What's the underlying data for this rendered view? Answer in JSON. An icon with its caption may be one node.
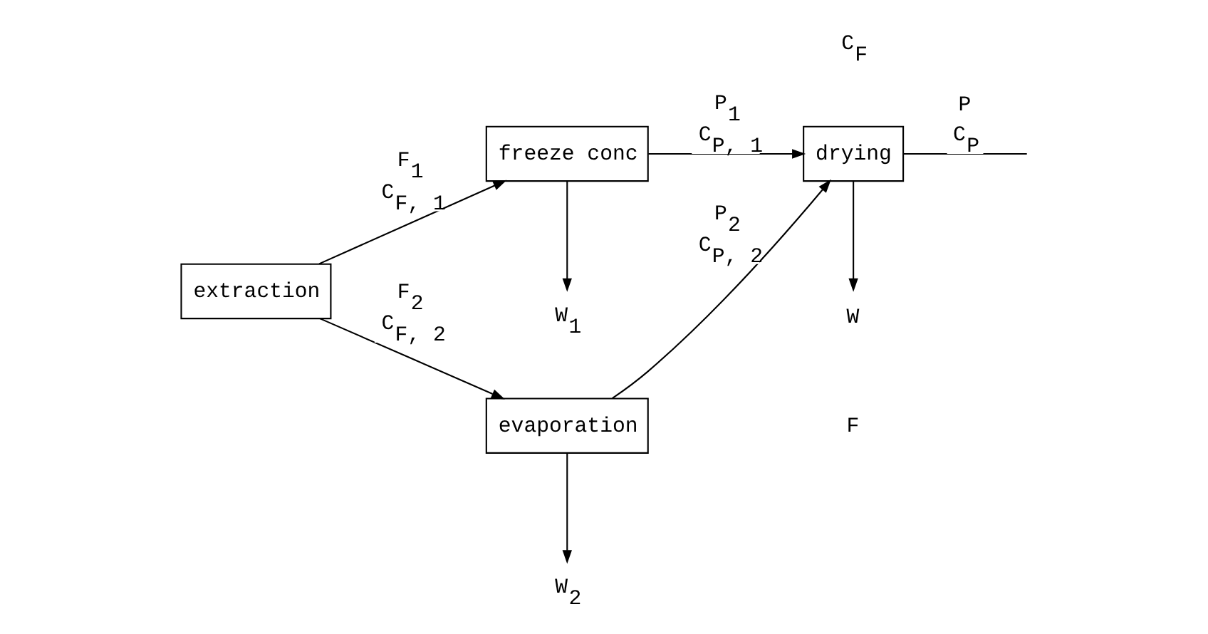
{
  "diagram": {
    "nodes": [
      {
        "text": [
          "extraction"
        ]
      },
      {
        "text": [
          "freeze conc"
        ]
      },
      {
        "text": [
          "evaporation"
        ]
      },
      {
        "text": [
          "drying"
        ]
      },
      {
        "text": [
          "W$_{1}$"
        ]
      },
      {
        "text": [
          "W$_{2}$"
        ]
      },
      {
        "text": [
          "W"
        ]
      }
    ],
    "edges": [
      {
        "from": 0,
        "to": 1,
        "arrow": "to",
        "label": "F$_{1}$ C$_{F, 1}$"
      },
      {
        "from": 0,
        "to": 2,
        "arrow": "to",
        "label": "F$_{2}$ C$_{F, 2}$"
      },
      {
        "from": 1,
        "to": 3,
        "arrow": "to",
        "label": "P$_{1}$ C$_{P, 1}$"
      },
      {
        "from": 2,
        "to": 3,
        "arrow": "to",
        "label": "P$_{2}$ C$_{P, 2}$"
      },
      {
        "from": 1,
        "to": 4,
        "arrow": "to"
      },
      {
        "from": 2,
        "to": 5,
        "arrow": "to"
      },
      {
        "from": 3,
        "to": 6,
        "arrow": "to"
      },
      {
        "from": 3,
        "to": null,
        "arrow": "none",
        "label": "P C$_{P}$"
      }
    ],
    "labels": [
      "F",
      "C$_{F}$"
    ]
  }
}
